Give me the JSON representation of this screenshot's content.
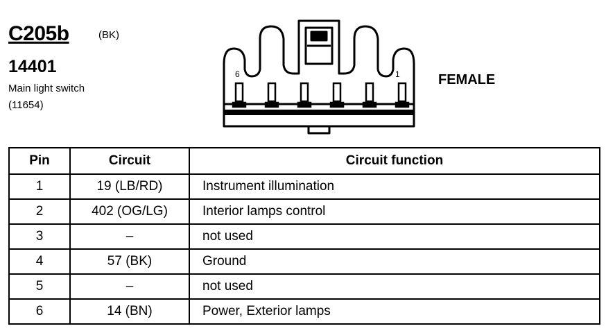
{
  "header": {
    "connector_id": "C205b",
    "connector_color": "(BK)",
    "part_number": "14401",
    "component_name": "Main light switch",
    "component_ref": "(11654)"
  },
  "connector": {
    "gender": "FEMALE",
    "pin_label_left": "6",
    "pin_label_right": "1",
    "cavity_count": 6
  },
  "table": {
    "headers": [
      "Pin",
      "Circuit",
      "Circuit function"
    ],
    "rows": [
      {
        "pin": "1",
        "circuit": "19 (LB/RD)",
        "function": "Instrument illumination"
      },
      {
        "pin": "2",
        "circuit": "402 (OG/LG)",
        "function": "Interior lamps control"
      },
      {
        "pin": "3",
        "circuit": "–",
        "function": "not used"
      },
      {
        "pin": "4",
        "circuit": "57 (BK)",
        "function": "Ground"
      },
      {
        "pin": "5",
        "circuit": "–",
        "function": "not used"
      },
      {
        "pin": "6",
        "circuit": "14 (BN)",
        "function": "Power, Exterior lamps"
      }
    ]
  }
}
